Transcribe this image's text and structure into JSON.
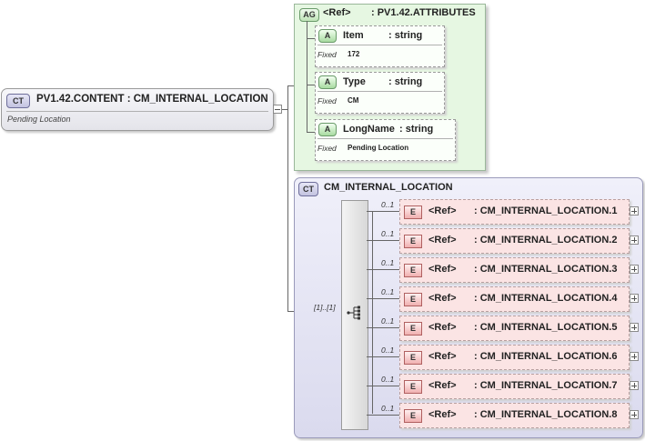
{
  "root": {
    "badge": "CT",
    "title": "PV1.42.CONTENT : CM_INTERNAL_LOCATION",
    "documentation": "Pending Location"
  },
  "attribute_group": {
    "badge": "AG",
    "ref": "<Ref>",
    "name": ": PV1.42.ATTRIBUTES",
    "attributes": [
      {
        "badge": "A",
        "name": "Item",
        "type": ": string",
        "fixed_label": "Fixed",
        "fixed_value": "172"
      },
      {
        "badge": "A",
        "name": "Type",
        "type": ": string",
        "fixed_label": "Fixed",
        "fixed_value": "CM"
      },
      {
        "badge": "A",
        "name": "LongName",
        "type": ": string",
        "fixed_label": "Fixed",
        "fixed_value": "Pending Location"
      }
    ]
  },
  "complex_type": {
    "badge": "CT",
    "name": "CM_INTERNAL_LOCATION",
    "sequence_occurrence": "[1]..[1]",
    "elements": [
      {
        "badge": "E",
        "ref": "<Ref>",
        "type": ": CM_INTERNAL_LOCATION.1",
        "occurrence": "0..1"
      },
      {
        "badge": "E",
        "ref": "<Ref>",
        "type": ": CM_INTERNAL_LOCATION.2",
        "occurrence": "0..1"
      },
      {
        "badge": "E",
        "ref": "<Ref>",
        "type": ": CM_INTERNAL_LOCATION.3",
        "occurrence": "0..1"
      },
      {
        "badge": "E",
        "ref": "<Ref>",
        "type": ": CM_INTERNAL_LOCATION.4",
        "occurrence": "0..1"
      },
      {
        "badge": "E",
        "ref": "<Ref>",
        "type": ": CM_INTERNAL_LOCATION.5",
        "occurrence": "0..1"
      },
      {
        "badge": "E",
        "ref": "<Ref>",
        "type": ": CM_INTERNAL_LOCATION.6",
        "occurrence": "0..1"
      },
      {
        "badge": "E",
        "ref": "<Ref>",
        "type": ": CM_INTERNAL_LOCATION.7",
        "occurrence": "0..1"
      },
      {
        "badge": "E",
        "ref": "<Ref>",
        "type": ": CM_INTERNAL_LOCATION.8",
        "occurrence": "0..1"
      }
    ]
  }
}
